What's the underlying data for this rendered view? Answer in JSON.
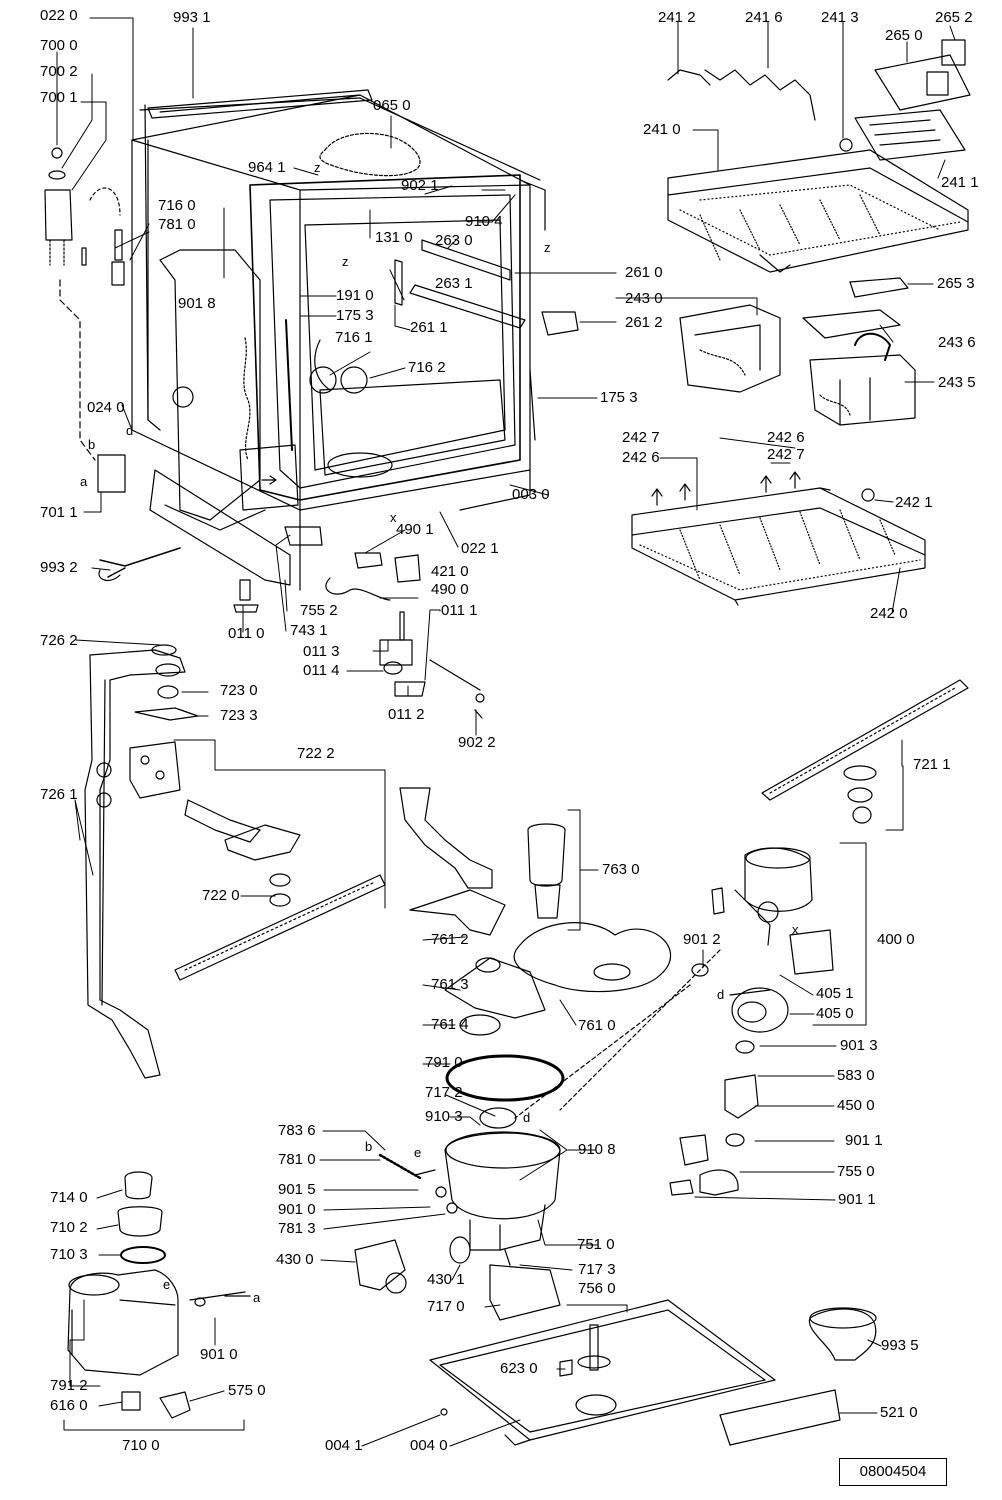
{
  "document_id": "08004504",
  "callouts": [
    "022 0",
    "993 1",
    "700 0",
    "700 2",
    "700 1",
    "065 0",
    "241 2",
    "241 6",
    "241 3",
    "265 2",
    "265 0",
    "241 0",
    "241 1",
    "964 1",
    "902 1",
    "716 0",
    "781 0",
    "910 4",
    "131 0",
    "263 0",
    "261 0",
    "263 1",
    "261 1",
    "261 2",
    "243 0",
    "265 3",
    "901 8",
    "191 0",
    "175 3",
    "716 1",
    "716 2",
    "243 6",
    "243 5",
    "024 0",
    "175 3",
    "003 0",
    "242 7",
    "242 6",
    "242 6",
    "242 7",
    "242 1",
    "701 1",
    "022 1",
    "490 1",
    "421 0",
    "490 0",
    "993 2",
    "242 0",
    "755 2",
    "011 1",
    "743 1",
    "011 0",
    "011 3",
    "011 4",
    "011 2",
    "902 2",
    "726 2",
    "723 0",
    "723 3",
    "722 2",
    "726 1",
    "721 1",
    "763 0",
    "722 0",
    "761 2",
    "901 2",
    "400 0",
    "761 3",
    "405 1",
    "405 0",
    "761 4",
    "761 0",
    "791 0",
    "901 3",
    "717 2",
    "583 0",
    "783 6",
    "910 3",
    "910 8",
    "450 0",
    "781 0",
    "901 1",
    "901 5",
    "755 0",
    "901 0",
    "901 1",
    "781 3",
    "751 0",
    "714 0",
    "710 2",
    "430 0",
    "430 1",
    "717 3",
    "710 3",
    "756 0",
    "717 0",
    "901 0",
    "993 5",
    "623 0",
    "791 2",
    "575 0",
    "616 0",
    "521 0",
    "710 0",
    "004 1",
    "004 0"
  ],
  "letters": [
    "a",
    "b",
    "d",
    "x",
    "z",
    "z",
    "z",
    "x",
    "d",
    "b",
    "e",
    "d",
    "e",
    "a"
  ],
  "icons": [
    "arrow-up-icon",
    "arrow-up-icon",
    "arrow-up-icon",
    "arrow-up-icon",
    "arrow-right-icon"
  ]
}
